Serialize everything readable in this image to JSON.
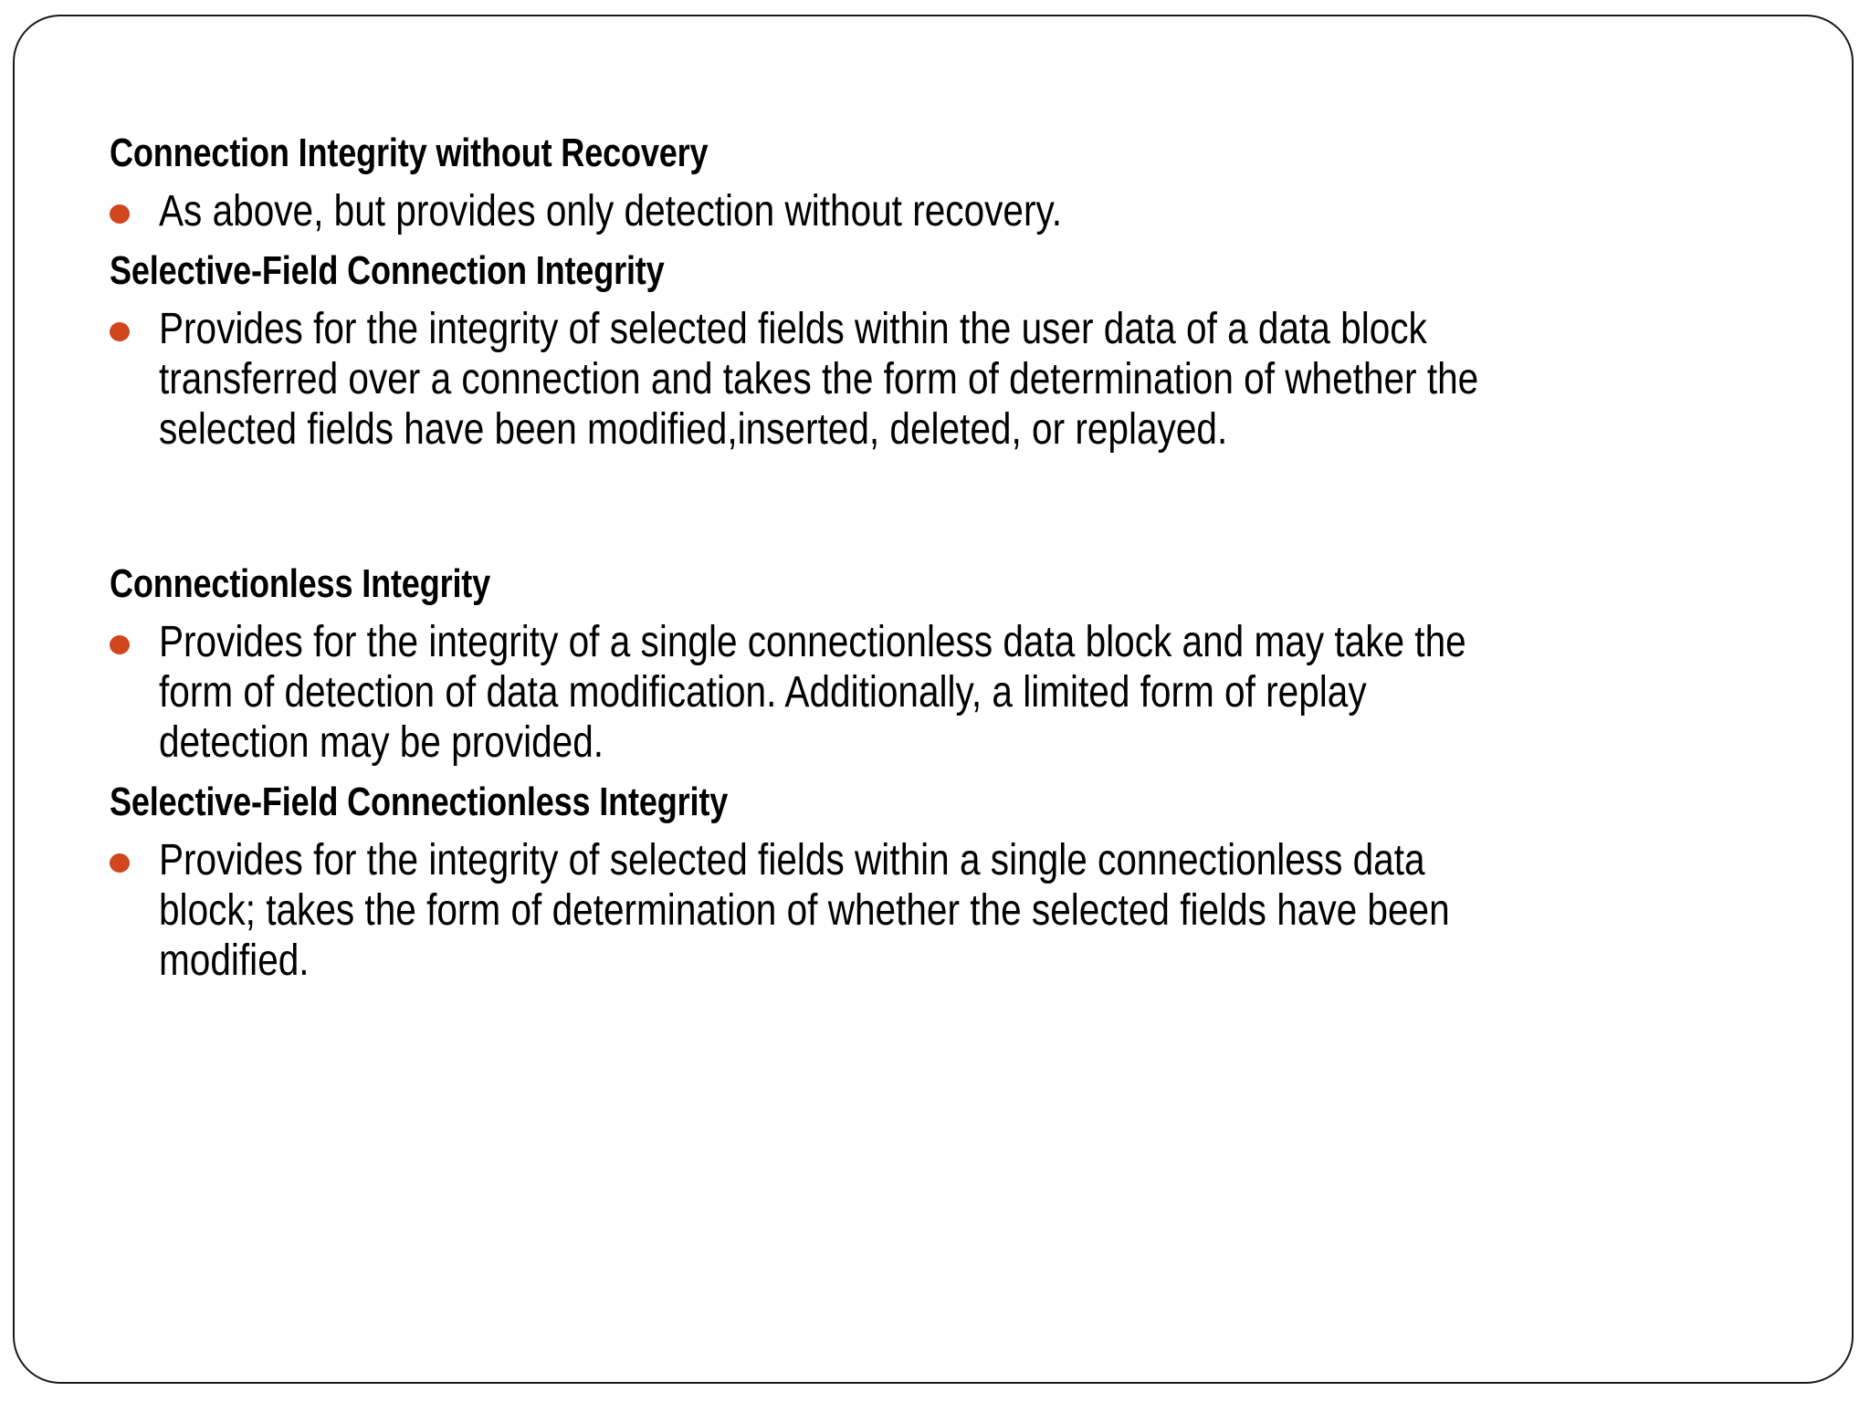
{
  "slide": {
    "background_color": "#ffffff",
    "border_color": "#1a1a1a",
    "bullet_color": "#D0471E",
    "text_color": "#000000"
  },
  "sections": [
    {
      "heading": "Connection Integrity without Recovery",
      "bullets": [
        "As above, but provides only detection without recovery."
      ]
    },
    {
      "heading": "Selective-Field Connection Integrity",
      "bullets": [
        "Provides for the integrity of selected fields within the user data of a data block transferred over a connection and takes the form of determination of whether the selected fields have been modified,inserted, deleted, or replayed."
      ]
    },
    {
      "heading": "Connectionless Integrity",
      "bullets": [
        "Provides for the integrity of a single connectionless data block and may take the form of detection of data modification. Additionally, a limited form of replay detection may be provided."
      ]
    },
    {
      "heading": "Selective-Field Connectionless Integrity",
      "bullets": [
        "Provides for the integrity of selected fields within a single connectionless data block; takes the form of determination of whether the selected fields have been modified."
      ]
    }
  ]
}
